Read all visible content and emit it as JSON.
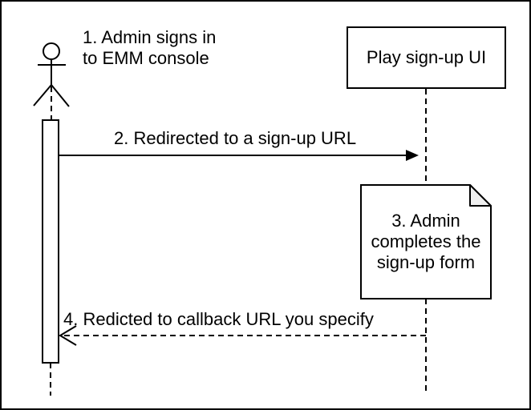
{
  "diagram": {
    "kind": "sequence-diagram",
    "actor": {
      "label": "1. Admin signs in\nto EMM console"
    },
    "participant": {
      "label": "Play sign-up UI"
    },
    "messages": {
      "m2": {
        "label": "2. Redirected to a sign-up URL",
        "style": "solid",
        "direction": "right"
      },
      "m4": {
        "label": "4. Redicted to callback URL you specify",
        "style": "dashed",
        "direction": "left"
      }
    },
    "note": {
      "label": "3. Admin\ncompletes the\nsign-up form"
    },
    "colors": {
      "stroke": "#000000",
      "fill": "#ffffff",
      "note_fold": "#f0f0f0",
      "background": "#ffffff"
    }
  }
}
